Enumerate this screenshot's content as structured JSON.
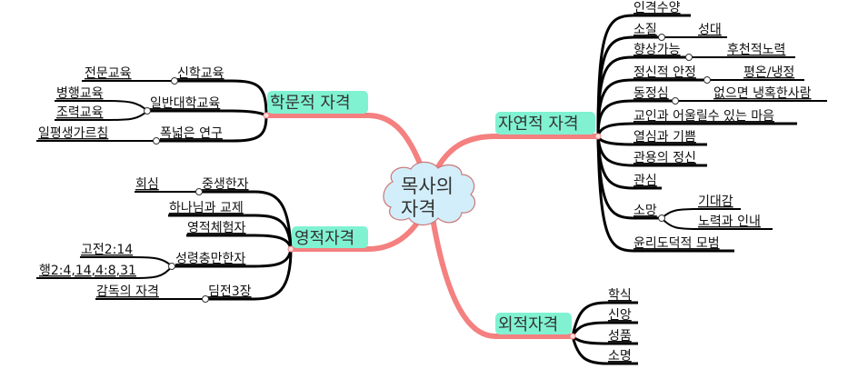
{
  "center": {
    "line1": "목사의",
    "line2": "자격"
  },
  "academic": {
    "label": "학문적 자격",
    "children": [
      {
        "label": "신학교육",
        "sub": [
          "전문교육"
        ]
      },
      {
        "label": "일반대학교육",
        "sub": [
          "병행교육",
          "조력교육"
        ]
      },
      {
        "label": "폭넓은 연구",
        "sub": [
          "일평생가르침"
        ]
      }
    ]
  },
  "spiritual": {
    "label": "영적자격",
    "children": [
      {
        "label": "중생한자",
        "sub": [
          "회심"
        ]
      },
      {
        "label": "하나님과 교제"
      },
      {
        "label": "영적체험자"
      },
      {
        "label": "성령충만한자",
        "sub": [
          "고전2:14",
          "행2:4,14,4:8,31"
        ]
      },
      {
        "label": "딤전3장",
        "sub": [
          "감독의 자격"
        ]
      }
    ]
  },
  "natural": {
    "label": "자연적 자격",
    "children": [
      {
        "label": "인격수양"
      },
      {
        "label": "소질",
        "sub": [
          "성대"
        ]
      },
      {
        "label": "향상가능",
        "sub": [
          "후천적노력"
        ]
      },
      {
        "label": "정신적 안정",
        "sub": [
          "평온/냉정"
        ]
      },
      {
        "label": "동정심",
        "sub": [
          "없으면 냉혹한사람"
        ]
      },
      {
        "label": "교인과 어울릴수 있는 마음"
      },
      {
        "label": "열심과 기쁨"
      },
      {
        "label": "관용의 정신"
      },
      {
        "label": "관심"
      },
      {
        "label": "소망",
        "sub": [
          "기대감",
          "노력과 인내"
        ]
      },
      {
        "label": "윤리도덕적 모범"
      }
    ]
  },
  "external": {
    "label": "외적자격",
    "children": [
      {
        "label": "학식"
      },
      {
        "label": "신앙"
      },
      {
        "label": "성품"
      },
      {
        "label": "소명"
      }
    ]
  }
}
